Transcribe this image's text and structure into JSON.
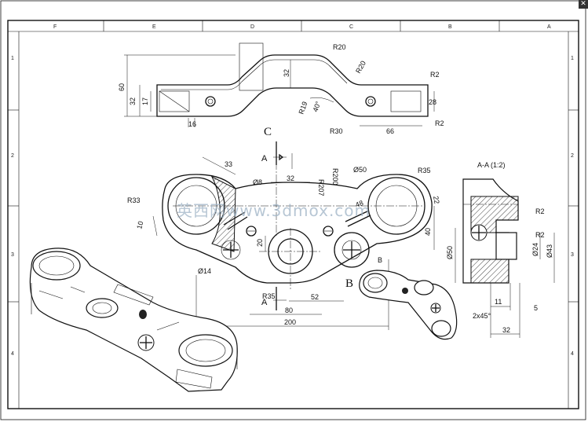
{
  "border": {
    "columns": [
      "F",
      "E",
      "D",
      "C",
      "B",
      "A"
    ],
    "rows": [
      "1",
      "2",
      "3",
      "4"
    ]
  },
  "view_c": {
    "label": "C",
    "dims": [
      "R20",
      "R20",
      "R2",
      "60",
      "32",
      "17",
      "32",
      "28",
      "R2",
      "R19",
      "40°",
      "R30",
      "16",
      "66"
    ]
  },
  "main_view": {
    "label_b": "B",
    "section_a_top": "A",
    "section_a_bottom": "A",
    "dims": [
      "33",
      "Ø8",
      "32",
      "R207",
      "R200",
      "Ø50",
      "R35",
      "R33",
      "48",
      "22",
      "10",
      "20",
      "40",
      "Ø14",
      "B",
      "R35",
      "52",
      "80",
      "200"
    ]
  },
  "section_view": {
    "title": "A-A (1:2)",
    "dims": [
      "R2",
      "R2",
      "Ø50",
      "Ø24",
      "Ø43",
      "11",
      "5",
      "2x45°",
      "32"
    ]
  },
  "watermark": "英西网www.3dmox.com",
  "corner_icon": "close-icon",
  "corner_symbol": "✕"
}
